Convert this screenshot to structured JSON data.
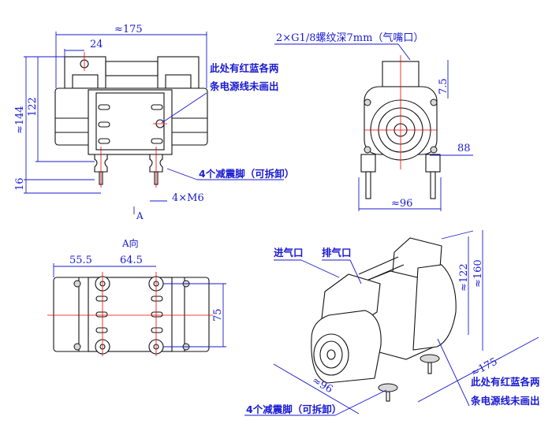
{
  "front_view": {
    "dim_width": "≈175",
    "dim_port_offset": "24",
    "dim_total_height": "≈144",
    "dim_body_height": "122",
    "dim_foot_height": "16",
    "dim_thread": "4×M6",
    "note_line1": "此处有红蓝各两",
    "note_line2": "条电源线未画出",
    "feet_note": "4个减震脚（可拆卸）",
    "view_arrow_label": "A"
  },
  "side_view": {
    "port_note": "2×G1/8螺纹深7mm（气嘴口）",
    "dim_port_height": "7.5",
    "dim_center": "88",
    "dim_width": "≈96"
  },
  "bottom_view": {
    "title": "A向",
    "dim_left": "55.5",
    "dim_right": "64.5",
    "dim_height": "75"
  },
  "iso_view": {
    "inlet_label": "进气口",
    "outlet_label": "排气口",
    "dim_height_body": "≈122",
    "dim_height_total": "≈160",
    "dim_length": "≈175",
    "dim_width": "≈96",
    "note_line1": "此处有红蓝各两",
    "note_line2": "条电源线未画出",
    "feet_note": "4个减震脚（可拆卸）"
  }
}
